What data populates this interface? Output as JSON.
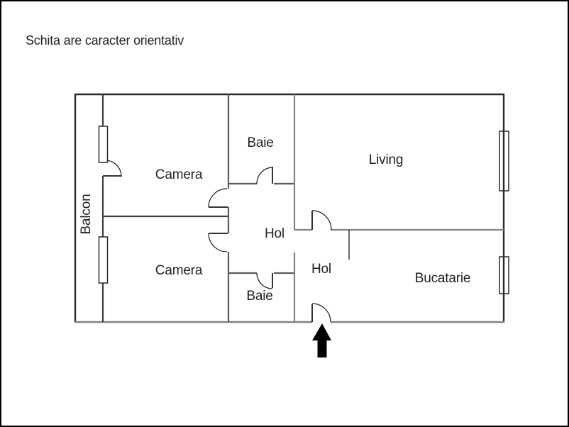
{
  "title": "Schita are caracter orientativ",
  "floor_plan": {
    "rooms": {
      "balcon": "Balcon",
      "camera_top": "Camera",
      "camera_bottom": "Camera",
      "baie_top": "Baie",
      "baie_bottom": "Baie",
      "hol_top": "Hol",
      "hol_bottom": "Hol",
      "living": "Living",
      "bucatarie": "Bucatarie"
    },
    "colors": {
      "outer_wall": "#2a2a2a",
      "interior_wall_dark": "#3f3f3f",
      "interior_wall_medium": "#5a5a5a",
      "interior_wall_gray": "#828282",
      "door_line": "#1a1a1a",
      "text": "#231f20",
      "arrow": "#000000",
      "background": "#ffffff"
    }
  }
}
